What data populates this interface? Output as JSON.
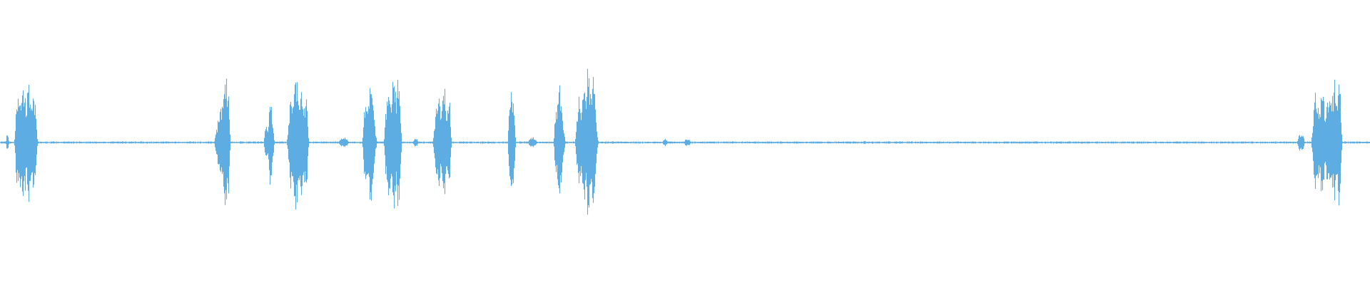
{
  "waveform": {
    "color": "#5DADE2",
    "background": "#ffffff",
    "duration_samples": 1920,
    "baseline_amplitude": 0.008,
    "peak_scale": 1.0,
    "segments": [
      {
        "start": 8,
        "end": 12,
        "peak": 0.12,
        "shape": "burst"
      },
      {
        "start": 20,
        "end": 52,
        "peak": 0.82,
        "shape": "burst",
        "sub": [
          [
            26,
            0.62
          ],
          [
            32,
            0.82
          ],
          [
            40,
            0.74
          ],
          [
            46,
            0.6
          ]
        ]
      },
      {
        "start": 300,
        "end": 322,
        "peak": 0.76,
        "shape": "burst",
        "sub": [
          [
            310,
            0.4
          ],
          [
            316,
            0.76
          ]
        ]
      },
      {
        "start": 370,
        "end": 384,
        "peak": 0.46,
        "shape": "burst",
        "sub": [
          [
            372,
            0.24
          ],
          [
            379,
            0.46
          ]
        ]
      },
      {
        "start": 402,
        "end": 432,
        "peak": 0.84,
        "shape": "burst",
        "sub": [
          [
            408,
            0.5
          ],
          [
            414,
            0.84
          ],
          [
            422,
            0.64
          ],
          [
            428,
            0.55
          ]
        ]
      },
      {
        "start": 474,
        "end": 488,
        "peak": 0.06,
        "shape": "small"
      },
      {
        "start": 508,
        "end": 528,
        "peak": 0.7,
        "shape": "burst",
        "sub": [
          [
            512,
            0.44
          ],
          [
            518,
            0.7
          ]
        ]
      },
      {
        "start": 538,
        "end": 562,
        "peak": 0.82,
        "shape": "burst",
        "sub": [
          [
            544,
            0.62
          ],
          [
            552,
            0.82
          ],
          [
            558,
            0.7
          ]
        ]
      },
      {
        "start": 578,
        "end": 586,
        "peak": 0.05,
        "shape": "small"
      },
      {
        "start": 606,
        "end": 632,
        "peak": 0.62,
        "shape": "burst",
        "sub": [
          [
            614,
            0.58
          ],
          [
            622,
            0.62
          ],
          [
            628,
            0.5
          ]
        ]
      },
      {
        "start": 712,
        "end": 722,
        "peak": 0.6,
        "shape": "spike",
        "sub": [
          [
            716,
            0.6
          ]
        ]
      },
      {
        "start": 740,
        "end": 752,
        "peak": 0.06,
        "shape": "small"
      },
      {
        "start": 776,
        "end": 792,
        "peak": 0.64,
        "shape": "burst",
        "sub": [
          [
            780,
            0.44
          ],
          [
            784,
            0.64
          ]
        ]
      },
      {
        "start": 806,
        "end": 838,
        "peak": 0.86,
        "shape": "burst",
        "sub": [
          [
            812,
            0.58
          ],
          [
            818,
            0.8
          ],
          [
            824,
            0.86
          ],
          [
            830,
            0.78
          ]
        ]
      },
      {
        "start": 928,
        "end": 936,
        "peak": 0.04,
        "shape": "small"
      },
      {
        "start": 958,
        "end": 968,
        "peak": 0.04,
        "shape": "small"
      },
      {
        "start": 1208,
        "end": 1214,
        "peak": 0.02,
        "shape": "small"
      },
      {
        "start": 1818,
        "end": 1828,
        "peak": 0.1,
        "shape": "burst"
      },
      {
        "start": 1838,
        "end": 1880,
        "peak": 0.76,
        "shape": "burst",
        "sub": [
          [
            1844,
            0.62
          ],
          [
            1852,
            0.58
          ],
          [
            1862,
            0.56
          ],
          [
            1870,
            0.76
          ],
          [
            1876,
            0.7
          ]
        ]
      }
    ]
  }
}
